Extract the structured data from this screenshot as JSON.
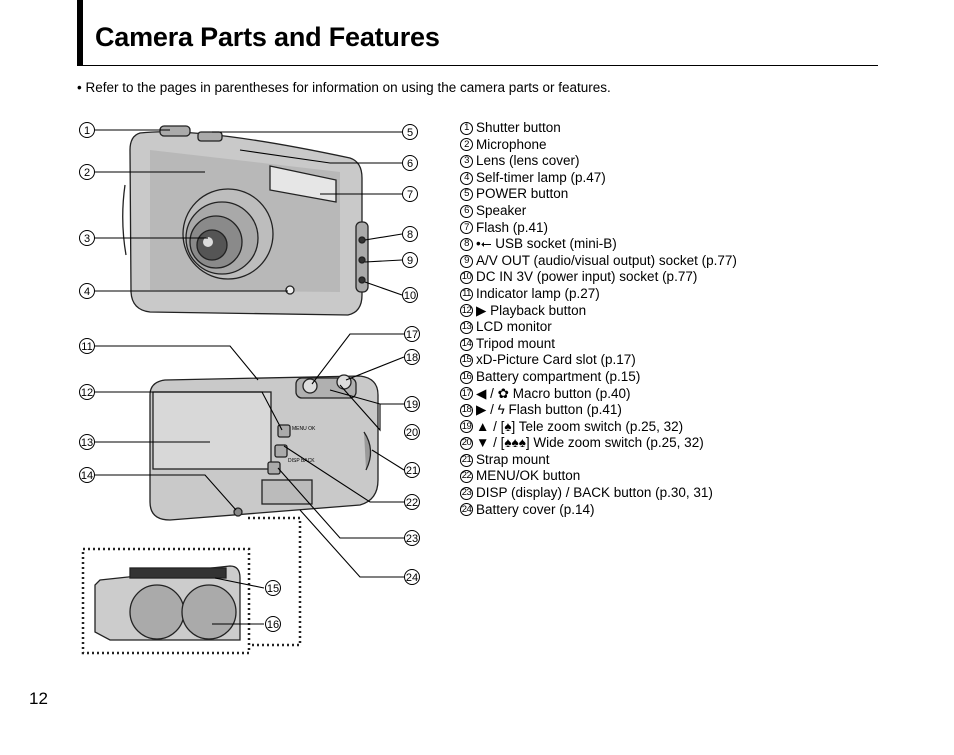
{
  "header": {
    "title": "Camera Parts and Features"
  },
  "intro": "• Refer to the pages in parentheses for information on using the camera parts or features.",
  "legend": [
    {
      "n": "1",
      "label": "Shutter button"
    },
    {
      "n": "2",
      "label": "Microphone"
    },
    {
      "n": "3",
      "label": "Lens (lens cover)"
    },
    {
      "n": "4",
      "label": "Self-timer lamp (p.47)"
    },
    {
      "n": "5",
      "label": "POWER button"
    },
    {
      "n": "6",
      "label": "Speaker"
    },
    {
      "n": "7",
      "label": "Flash (p.41)"
    },
    {
      "n": "8",
      "label": "•⭠ USB socket (mini-B)"
    },
    {
      "n": "9",
      "label": "A/V OUT (audio/visual output) socket (p.77)"
    },
    {
      "n": "10",
      "label": "DC IN 3V (power input) socket (p.77)"
    },
    {
      "n": "11",
      "label": "Indicator lamp (p.27)"
    },
    {
      "n": "12",
      "label": "▶ Playback button"
    },
    {
      "n": "13",
      "label": "LCD monitor"
    },
    {
      "n": "14",
      "label": "Tripod mount"
    },
    {
      "n": "15",
      "label": "xD-Picture Card slot (p.17)"
    },
    {
      "n": "16",
      "label": "Battery compartment (p.15)"
    },
    {
      "n": "17",
      "label": "◀ / ✿ Macro button (p.40)"
    },
    {
      "n": "18",
      "label": "▶ / ϟ Flash button (p.41)"
    },
    {
      "n": "19",
      "label": "▲ / [♠] Tele zoom switch (p.25, 32)"
    },
    {
      "n": "20",
      "label": "▼ / [♠♠♠] Wide zoom switch (p.25, 32)"
    },
    {
      "n": "21",
      "label": "Strap mount"
    },
    {
      "n": "22",
      "label": "MENU/OK button"
    },
    {
      "n": "23",
      "label": "DISP (display) / BACK button (p.30, 31)"
    },
    {
      "n": "24",
      "label": "Battery cover (p.14)"
    }
  ],
  "camera_labels": {
    "menu": "MENU OK",
    "disp": "DISP BACK"
  },
  "page_number": "12"
}
